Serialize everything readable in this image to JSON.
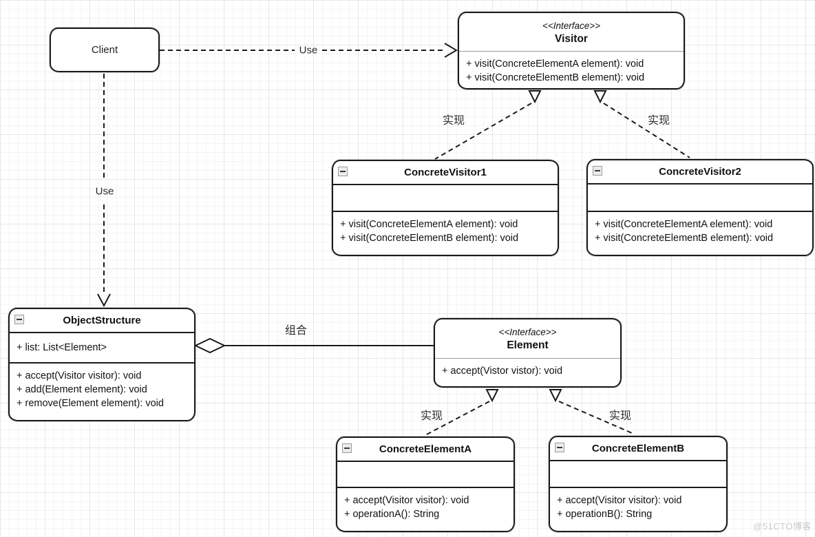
{
  "classes": {
    "client": {
      "title": "Client"
    },
    "visitor": {
      "stereotype": "<<Interface>>",
      "title": "Visitor",
      "methods": [
        "+ visit(ConcreteElementA element): void",
        "+ visit(ConcreteElementB element): void"
      ]
    },
    "concrete_visitor_1": {
      "title": "ConcreteVisitor1",
      "methods": [
        "+ visit(ConcreteElementA element): void",
        "+ visit(ConcreteElementB element): void"
      ]
    },
    "concrete_visitor_2": {
      "title": "ConcreteVisitor2",
      "methods": [
        "+ visit(ConcreteElementA element): void",
        "+ visit(ConcreteElementB element): void"
      ]
    },
    "object_structure": {
      "title": "ObjectStructure",
      "fields": [
        "+ list: List<Element>"
      ],
      "methods": [
        "+ accept(Visitor visitor): void",
        "+ add(Element element): void",
        "+ remove(Element element): void"
      ]
    },
    "element": {
      "stereotype": "<<Interface>>",
      "title": "Element",
      "methods": [
        "+ accept(Vistor vistor): void"
      ]
    },
    "concrete_element_a": {
      "title": "ConcreteElementA",
      "methods": [
        "+ accept(Visitor visitor): void",
        "+ operationA(): String"
      ]
    },
    "concrete_element_b": {
      "title": "ConcreteElementB",
      "methods": [
        "+ accept(Visitor visitor): void",
        "+ operationB(): String"
      ]
    }
  },
  "labels": {
    "use": "Use",
    "realize": "实现",
    "composition": "组合"
  },
  "watermark": "@51CTO博客",
  "colors": {
    "stroke": "#1a1a1a",
    "watermark": "#c9c9c9"
  }
}
